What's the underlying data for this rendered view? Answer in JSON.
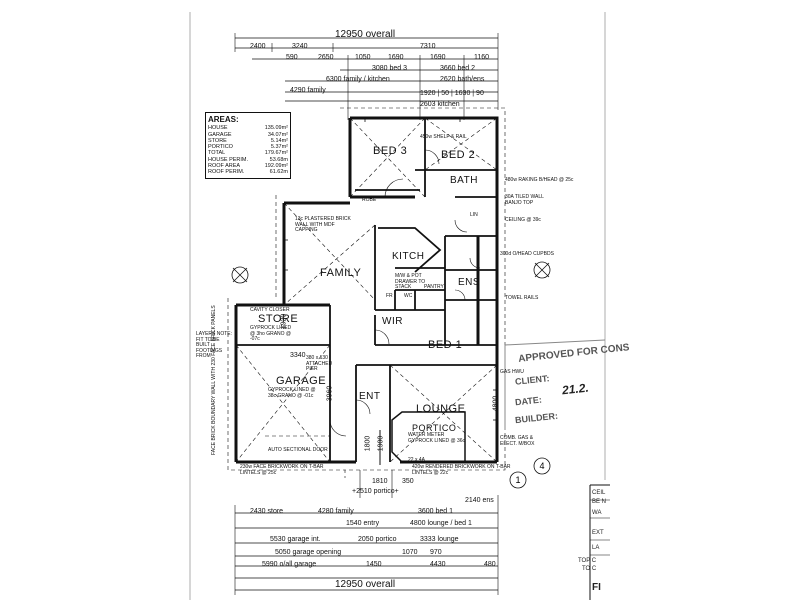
{
  "header": {
    "overall_top": "12950 overall",
    "seg_2400": "2400",
    "seg_3240": "3240",
    "seg_7310": "7310",
    "seg_590": "590",
    "seg_2650": "2650",
    "seg_1050": "1050",
    "seg_1690a": "1690",
    "seg_1690b": "1690",
    "seg_1160": "1160",
    "bed3_dim": "3080 bed 3",
    "bed2_dim": "3660 bed 2",
    "family_kitchen": "6300 family / kitchen",
    "bath_dim": "2620 bath/ens",
    "family_dim": "4290 family",
    "v_dims": "1920 | 50 | 1630 | 90",
    "kitchen_dim": "2603 kitchen"
  },
  "areas": {
    "title": "AREAS:",
    "rows": [
      {
        "label": "HOUSE",
        "value": "135.09m²"
      },
      {
        "label": "GARAGE",
        "value": "34.07m²"
      },
      {
        "label": "STORE",
        "value": "5.14m²"
      },
      {
        "label": "PORTICO",
        "value": "5.37m²"
      },
      {
        "label": "TOTAL",
        "value": "179.67m²"
      },
      {
        "label": "HOUSE PERIM.",
        "value": "53.68m"
      },
      {
        "label": "ROOF AREA",
        "value": "192.09m²"
      },
      {
        "label": "ROOF PERIM.",
        "value": "61.62m"
      }
    ]
  },
  "rooms": {
    "bed3": "BED 3",
    "bed2": "BED 2",
    "bath": "BATH",
    "family": "FAMILY",
    "kitch": "KITCH",
    "ens": "ENS",
    "wir": "WIR",
    "bed1": "BED 1",
    "store": "STORE",
    "garage": "GARAGE",
    "ent": "ENT",
    "lounge": "LOUNGE",
    "portico": "PORTICO",
    "pantry": "PANTRY",
    "robe": "ROBE",
    "fr": "FR",
    "wc": "WC",
    "lin": "LIN"
  },
  "notes": {
    "garage_dim_3340": "3340",
    "garage_dim_3960": "3960",
    "store_dim": "1920",
    "cavity_closer": "CAVITY CLOSER",
    "store_lining": "GYPROCK LINED @ 3ho GRANO @ -07c",
    "garage_lining": "GYPROCK LINED @ 38c GRANO @ -01c",
    "attached_pier": "380 x 130 ATTACHED PIER",
    "auto_door": "AUTO SECTIONAL DOOR",
    "layers_note": "LAYERS NOTE: FIT TO BE BUILT FOOTINGS FROM",
    "boundary_wall": "FACE BRICK BOUNDARY WALL WITH 230 FACE BRICK PANELS",
    "plastered_brick": "13c PLASTERED BRICK WALL WITH MDF CAPPING",
    "overhead_cupbds": "300d O/HEAD CUPBDS",
    "mw_pot_drawer": "M/W & POT DRAWER TO STACK",
    "shelf_rail": "450w SHELF & RAIL",
    "raking_bhead": "480w RAKING B/HEAD @ 25c",
    "tiled_wall": "30A TILED WALL BANJO TOP",
    "ceiling": "CEILING @ 39c",
    "towel_rails": "TOWEL RAILS",
    "gas_hwu": "GAS HWU",
    "comb_gas": "COMB. GAS & ELECT. M/BOX",
    "water_meter": "WATER METER GYPROCK LINED @ 36c",
    "facebrick_note": "230w FACE BRICKWORK ON T-BAR LINTELS @ 25c",
    "render_note": "420w RENDERED BRICKWORK ON T-BAR LINTELS @ 22c",
    "portico_dim": "+2510 portico+",
    "ent_dim_1800": "1800",
    "ent_dim_1900": "1900",
    "lounge_dim": "4800",
    "twin": "22 x 4A"
  },
  "footer": {
    "d1810": "1810",
    "d350": "350",
    "d2430": "2430 store",
    "d4280": "4280 family",
    "d1540": "1540 entry",
    "d4800": "4800 lounge / bed 1",
    "d3600": "3600 bed 1",
    "d2140": "2140 ens",
    "d5530": "5530 garage int.",
    "d2050": "2050 portico",
    "d3333": "3333 lounge",
    "d5050": "5050 garage opening",
    "d1070": "1070",
    "d970": "970",
    "d5990": "5990 o/all garage",
    "d1450": "1450",
    "d4430": "4430",
    "d480": "480",
    "overall_bottom": "12950 overall"
  },
  "stamp": {
    "approved": "APPROVED FOR CONS",
    "client": "CLIENT:",
    "date": "DATE:",
    "builder": "BUILDER:",
    "sig": "21.2."
  },
  "titleblock": {
    "a": "CEIL",
    "b": "BE N",
    "c": "WA",
    "d": "EXT",
    "e": "LA",
    "f": "TOP C",
    "g": "TO C",
    "h": "FI"
  },
  "markers": {
    "sec1": "1",
    "sec4": "4"
  }
}
